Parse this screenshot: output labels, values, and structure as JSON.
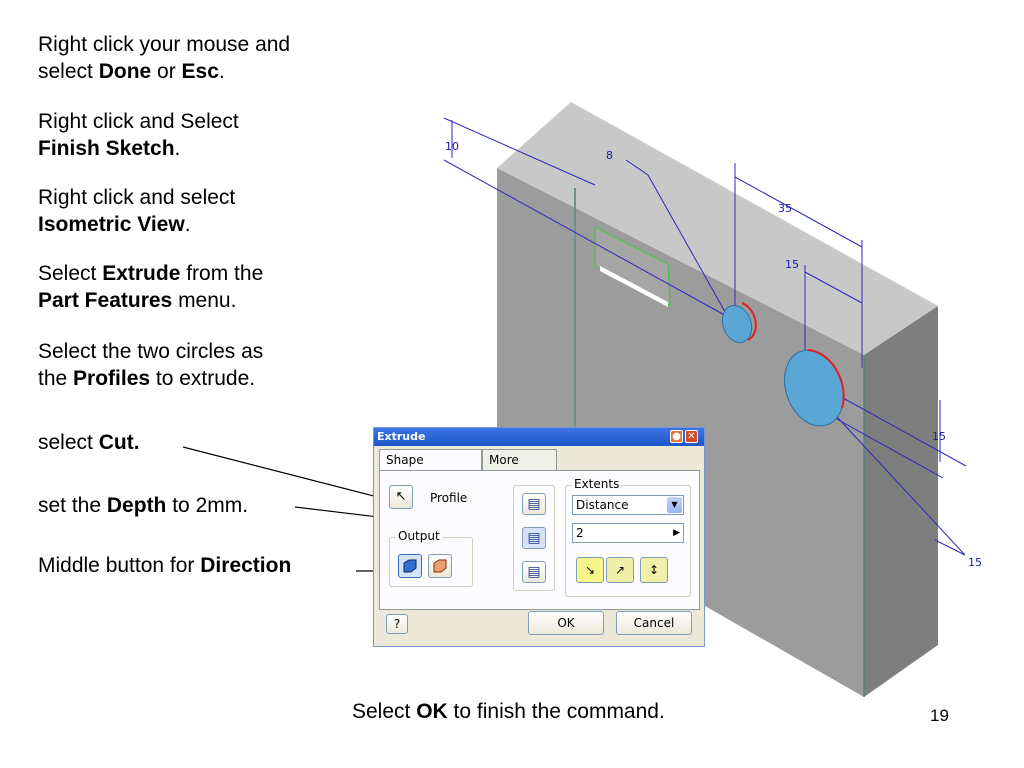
{
  "instructions": {
    "step1": {
      "a": "Right click your mouse and",
      "b": "select ",
      "done": "Done",
      "c": " or ",
      "esc": "Esc",
      "d": "."
    },
    "step2": {
      "a": "Right click and Select",
      "b": "Finish Sketch",
      "c": "."
    },
    "step3": {
      "a": "Right click and select",
      "b": "Isometric View",
      "c": "."
    },
    "step4": {
      "a": "Select ",
      "b": "Extrude",
      "c": " from the",
      "d": "Part Features",
      "e": " menu."
    },
    "step5": {
      "a": "Select the two circles as",
      "b": "the ",
      "c": "Profiles",
      "d": " to extrude."
    },
    "step6": {
      "a": "select ",
      "b": "Cut."
    },
    "step7": {
      "a": "set the ",
      "b": "Depth",
      "c": " to 2mm."
    },
    "step8": {
      "a": "Middle button for ",
      "b": "Direction"
    }
  },
  "bottom_note": {
    "a": "Select ",
    "b": "OK",
    "c": " to finish the command."
  },
  "page_number": "19",
  "dimensions": {
    "d10": "10",
    "d8": "8",
    "d35": "35",
    "d15a": "15",
    "d15b": "15",
    "d15c": "15"
  },
  "dialog": {
    "title": "Extrude",
    "tabs": [
      "Shape",
      "More"
    ],
    "profile_label": "Profile",
    "output_label": "Output",
    "extents_label": "Extents",
    "extents_value": "Distance",
    "distance_value": "2",
    "ok_label": "OK",
    "cancel_label": "Cancel",
    "help_label": "?"
  },
  "colors": {
    "title_bar": "#1f56c8",
    "dimension": "#1a1aa8",
    "block_front": "#9c9c9c",
    "block_top": "#c8c8c8",
    "circle_edge": "#e02020"
  }
}
